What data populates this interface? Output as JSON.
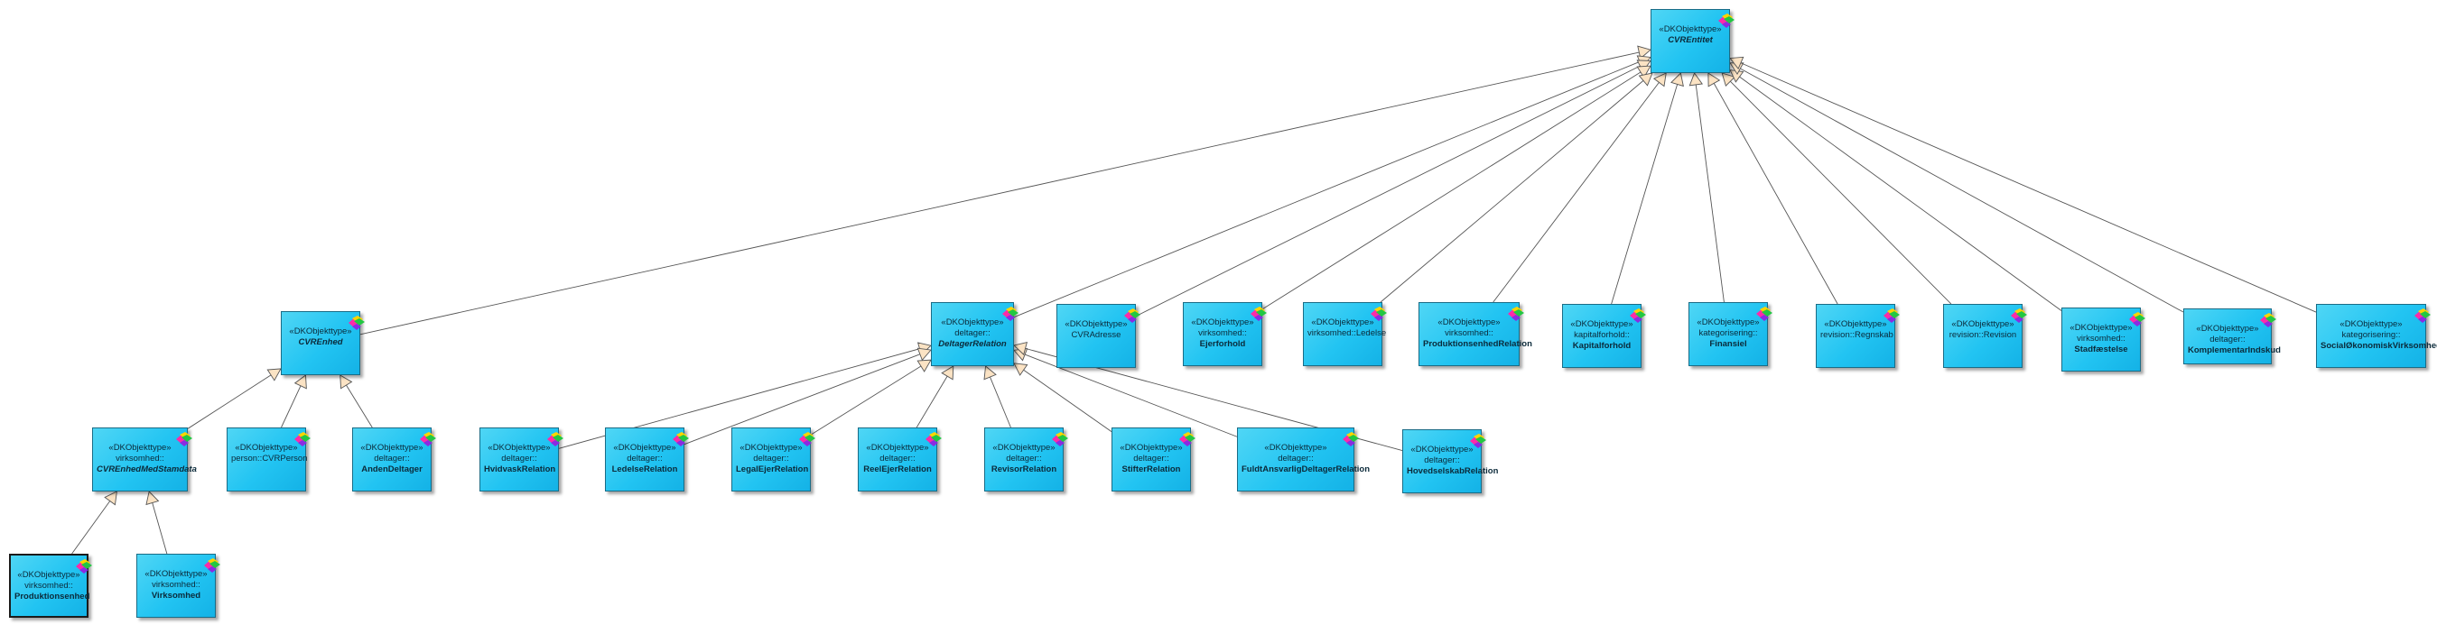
{
  "diagram": {
    "stereotype": "«DKObjekttype»",
    "nodes": [
      {
        "id": "cventitet",
        "label": "CVREntitet",
        "abstract": true
      },
      {
        "id": "cvrenhed",
        "label": "CVREnhed",
        "abstract": true
      },
      {
        "id": "deltagerrelation",
        "label": "deltager::\nDeltagerRelation",
        "abstract": true
      },
      {
        "id": "cvradresse",
        "label": "CVRAdresse",
        "abstract": false
      },
      {
        "id": "ejerforhold",
        "label": "virksomhed::\nEjerforhold",
        "abstract": false
      },
      {
        "id": "ledelse",
        "label": "virksomhed::Ledelse",
        "abstract": false
      },
      {
        "id": "produktionsenhedrelation",
        "label": "virksomhed::\nProduktionsenhedRelation",
        "abstract": false
      },
      {
        "id": "kapitalforhold",
        "label": "kapitalforhold::\nKapitalforhold",
        "abstract": false
      },
      {
        "id": "finansiel",
        "label": "kategorisering::\nFinansiel",
        "abstract": false
      },
      {
        "id": "regnskab",
        "label": "revision::Regnskab",
        "abstract": false
      },
      {
        "id": "revision",
        "label": "revision::Revision",
        "abstract": false
      },
      {
        "id": "stadfaestelse",
        "label": "virksomhed::\nStadfæstelse",
        "abstract": false
      },
      {
        "id": "komplementarindskud",
        "label": "deltager::\nKomplementarIndskud",
        "abstract": false
      },
      {
        "id": "socialokonomisk",
        "label": "kategorisering::\nSocialØkonomiskVirksomhed",
        "abstract": false
      },
      {
        "id": "cvrenhedmedstamdata",
        "label": "virksomhed::\nCVREnhedMedStamdata",
        "abstract": true
      },
      {
        "id": "cvrperson",
        "label": "person::CVRPerson",
        "abstract": false
      },
      {
        "id": "andendeltager",
        "label": "deltager::\nAndenDeltager",
        "abstract": false
      },
      {
        "id": "hvidvask",
        "label": "deltager::\nHvidvaskRelation",
        "abstract": false
      },
      {
        "id": "ledelsesrel",
        "label": "deltager::\nLedelseRelation",
        "abstract": false
      },
      {
        "id": "legalejer",
        "label": "deltager::\nLegalEjerRelation",
        "abstract": false
      },
      {
        "id": "reelejer",
        "label": "deltager::\nReelEjerRelation",
        "abstract": false
      },
      {
        "id": "revisorrel",
        "label": "deltager::\nRevisorRelation",
        "abstract": false
      },
      {
        "id": "stifter",
        "label": "deltager::\nStifterRelation",
        "abstract": false
      },
      {
        "id": "fuldtansvarlig",
        "label": "deltager::\nFuldtAnsvarligDeltagerRelation",
        "abstract": false
      },
      {
        "id": "hovedselskab",
        "label": "deltager::\nHovedselskabRelation",
        "abstract": false
      },
      {
        "id": "produktionsenhed",
        "label": "virksomhed::\nProduktionsenhed",
        "abstract": false
      },
      {
        "id": "virksomhed",
        "label": "virksomhed::\nVirksomhed",
        "abstract": false
      }
    ],
    "generalizations": [
      [
        "cvrenhed",
        "cventitet"
      ],
      [
        "deltagerrelation",
        "cventitet"
      ],
      [
        "cvradresse",
        "cventitet"
      ],
      [
        "ejerforhold",
        "cventitet"
      ],
      [
        "ledelse",
        "cventitet"
      ],
      [
        "produktionsenhedrelation",
        "cventitet"
      ],
      [
        "kapitalforhold",
        "cventitet"
      ],
      [
        "finansiel",
        "cventitet"
      ],
      [
        "regnskab",
        "cventitet"
      ],
      [
        "revision",
        "cventitet"
      ],
      [
        "stadfaestelse",
        "cventitet"
      ],
      [
        "komplementarindskud",
        "cventitet"
      ],
      [
        "socialokonomisk",
        "cventitet"
      ],
      [
        "cvrenhedmedstamdata",
        "cvrenhed"
      ],
      [
        "cvrperson",
        "cvrenhed"
      ],
      [
        "andendeltager",
        "cvrenhed"
      ],
      [
        "hvidvask",
        "deltagerrelation"
      ],
      [
        "ledelsesrel",
        "deltagerrelation"
      ],
      [
        "legalejer",
        "deltagerrelation"
      ],
      [
        "reelejer",
        "deltagerrelation"
      ],
      [
        "revisorrel",
        "deltagerrelation"
      ],
      [
        "stifter",
        "deltagerrelation"
      ],
      [
        "fuldtansvarlig",
        "deltagerrelation"
      ],
      [
        "hovedselskab",
        "deltagerrelation"
      ],
      [
        "produktionsenhed",
        "cvrenhedmedstamdata"
      ],
      [
        "virksomhed",
        "cvrenhedmedstamdata"
      ]
    ]
  }
}
